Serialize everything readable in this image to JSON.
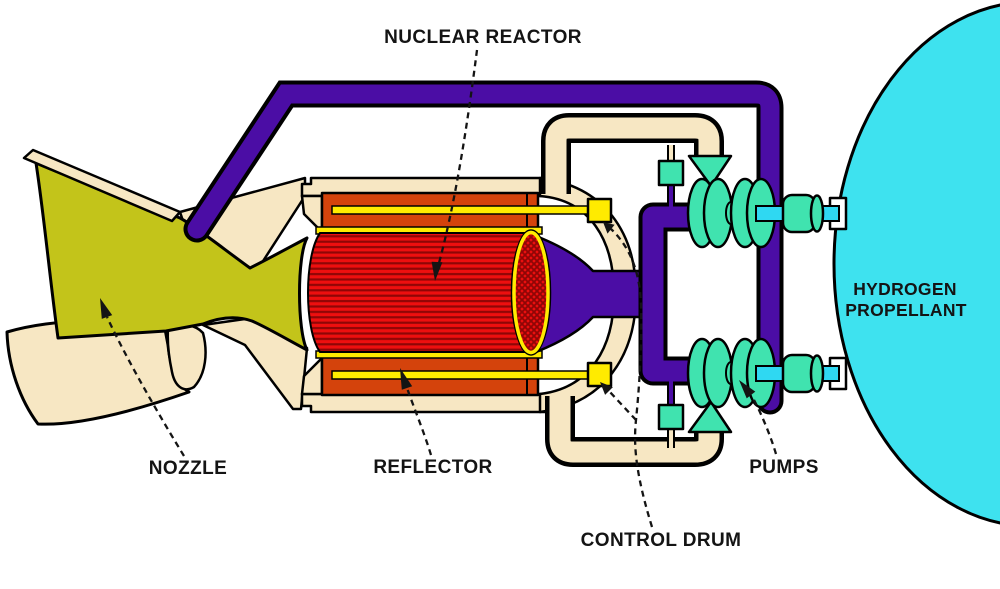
{
  "diagram": {
    "labels": {
      "reactor": "NUCLEAR REACTOR",
      "nozzle": "NOZZLE",
      "reflector": "REFLECTOR",
      "control_drum": "CONTROL DRUM",
      "pumps": "PUMPS",
      "tank_line1": "HYDROGEN",
      "tank_line2": "PROPELLANT"
    },
    "palette": {
      "pipe_purple": "#4B0DA5",
      "cream": "#F7E7C3",
      "olive": "#C3C41A",
      "core_red": "#EE0F0F",
      "core_stripe": "#8F0606",
      "reflector_orange": "#D4430C",
      "yellow": "#FFEB00",
      "pump_teal": "#40E3AF",
      "shaft_cyan": "#2FD8F2",
      "tank_cyan": "#3EE2EF",
      "line_black": "#141414"
    }
  }
}
